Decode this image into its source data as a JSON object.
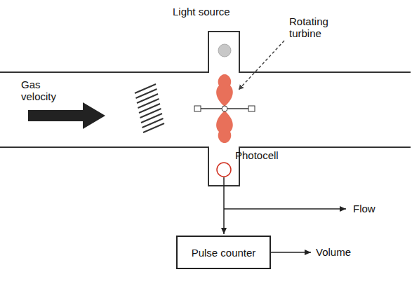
{
  "diagram": {
    "nodes": [
      {
        "text": [
          "Pulse counter"
        ]
      }
    ],
    "labels": [
      "Light source",
      "Rotating turbine",
      "Gas velocity",
      "Photocell",
      "Flow",
      "Volume"
    ]
  }
}
